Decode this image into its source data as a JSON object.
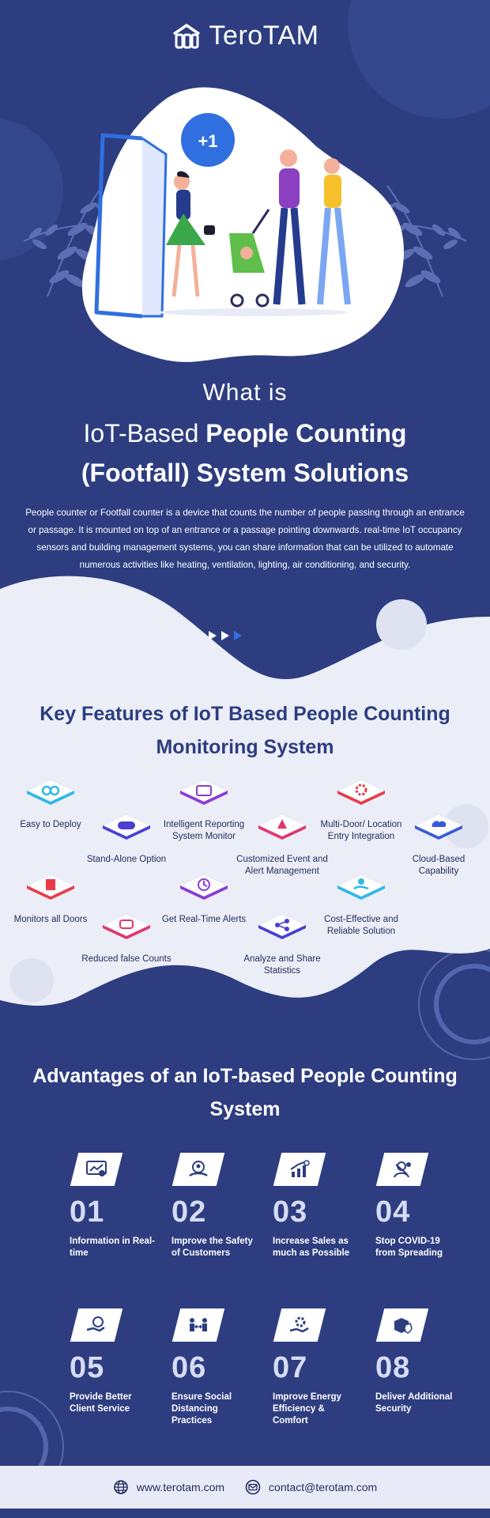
{
  "brand": {
    "name": "TeroTAM"
  },
  "hero": {
    "badge": "+1",
    "title_line1": "What is",
    "title_line2_light": "IoT-Based ",
    "title_line2_bold": "People Counting",
    "title_line3": "(Footfall) System Solutions",
    "description": "People counter or Footfall counter is a device that counts the number of people passing through an entrance or passage. It is mounted on top of an entrance or a passage pointing downwards. real-time IoT occupancy sensors and building management systems, you can share information that can be utilized to automate numerous activities like heating, ventilation, lighting, air conditioning, and security."
  },
  "features": {
    "title": "Key Features of IoT Based People Counting Monitoring System",
    "items": [
      {
        "label": "Easy to Deploy",
        "icon": "link-icon",
        "color": "#2fb9e8"
      },
      {
        "label": "Stand-Alone Option",
        "icon": "controller-icon",
        "color": "#4a3fd1"
      },
      {
        "label": "Intelligent Reporting System Monitor",
        "icon": "report-icon",
        "color": "#8b3bd4"
      },
      {
        "label": "Customized Event and Alert Management",
        "icon": "alert-icon",
        "color": "#e2366d"
      },
      {
        "label": "Multi-Door/ Location Entry Integration",
        "icon": "gear-icon",
        "color": "#ea3b4a"
      },
      {
        "label": "Cloud-Based Capability",
        "icon": "cloud-icon",
        "color": "#3a5bd8"
      },
      {
        "label": "Monitors all Doors",
        "icon": "door-icon",
        "color": "#ea3b4a"
      },
      {
        "label": "Reduced false Counts",
        "icon": "chat-icon",
        "color": "#e2366d"
      },
      {
        "label": "Get Real-Time Alerts",
        "icon": "clock-icon",
        "color": "#8b3bd4"
      },
      {
        "label": "Analyze and Share Statistics",
        "icon": "share-icon",
        "color": "#4a3fd1"
      },
      {
        "label": "Cost-Effective and Reliable Solution",
        "icon": "hand-coin-icon",
        "color": "#2fb9e8"
      }
    ]
  },
  "advantages": {
    "title": "Advantages of an IoT-based People Counting System",
    "items": [
      {
        "number": "01",
        "label": "Information in Real-time",
        "icon": "dashboard-icon"
      },
      {
        "number": "02",
        "label": "Improve the Safety of Customers",
        "icon": "user-shield-icon"
      },
      {
        "number": "03",
        "label": "Increase Sales as much as Possible",
        "icon": "growth-chart-icon"
      },
      {
        "number": "04",
        "label": "Stop COVID-19 from Spreading",
        "icon": "virus-person-icon"
      },
      {
        "number": "05",
        "label": "Provide Better Client Service",
        "icon": "service-hand-icon"
      },
      {
        "number": "06",
        "label": "Ensure Social Distancing Practices",
        "icon": "distancing-icon"
      },
      {
        "number": "07",
        "label": "Improve Energy Efficiency & Comfort",
        "icon": "energy-gear-icon"
      },
      {
        "number": "08",
        "label": "Deliver Additional Security",
        "icon": "secure-box-icon"
      }
    ]
  },
  "footer": {
    "website": "www.terotam.com",
    "email": "contact@terotam.com"
  },
  "colors": {
    "navy": "#2d3d80",
    "light_section": "#eceef7",
    "accent_blue": "#2f6fe0"
  }
}
